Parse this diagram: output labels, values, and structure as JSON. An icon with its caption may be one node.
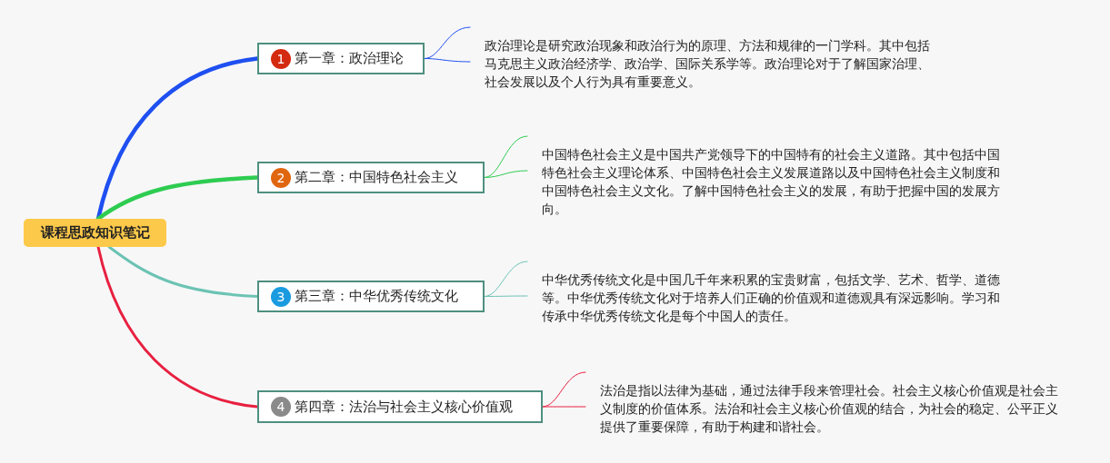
{
  "diagram": {
    "nodes": [
      {
        "text": [
          "课程思政知识笔记"
        ]
      },
      {
        "text": [
          "1",
          "第一章：政治理论"
        ]
      },
      {
        "text": [
          "政治理论是研究政治现象和政治行为的原理、方法和规律的一门学科。其中包括马克思主义政治经济学、政治学、国际关系学等。政治理论对于了解国家治理、社会发展以及个人行为具有重要意义。"
        ]
      },
      {
        "text": [
          "2",
          "第二章：中国特色社会主义"
        ]
      },
      {
        "text": [
          "中国特色社会主义是中国共产党领导下的中国特有的社会主义道路。其中包括中国特色社会主义理论体系、中国特色社会主义发展道路以及中国特色社会主义制度和中国特色社会主义文化。了解中国特色社会主义的发展，有助于把握中国的发展方向。"
        ]
      },
      {
        "text": [
          "3",
          "第三章：中华优秀传统文化"
        ]
      },
      {
        "text": [
          "中华优秀传统文化是中国几千年来积累的宝贵财富，包括文学、艺术、哲学、道德等。中华优秀传统文化对于培养人们正确的价值观和道德观具有深远影响。学习和传承中华优秀传统文化是每个中国人的责任。"
        ]
      },
      {
        "text": [
          "4",
          "第四章：法治与社会主义核心价值观"
        ]
      },
      {
        "text": [
          "法治是指以法律为基础，通过法律手段来管理社会。社会主义核心价值观是社会主义制度的价值体系。法治和社会主义核心价值观的结合，为社会的稳定、公平正义提供了重要保障，有助于构建和谐社会。"
        ]
      }
    ],
    "edges": [
      {
        "from": 0,
        "to": 1,
        "arrow": "none",
        "style": "thick",
        "color": "#1e4ff0"
      },
      {
        "from": 1,
        "to": 2,
        "arrow": "none",
        "color": "#1e4ff0"
      },
      {
        "from": 0,
        "to": 3,
        "arrow": "none",
        "style": "thick",
        "color": "#2ecc51"
      },
      {
        "from": 3,
        "to": 4,
        "arrow": "none",
        "color": "#2ecc51"
      },
      {
        "from": 0,
        "to": 5,
        "arrow": "none",
        "style": "thick",
        "color": "#6cc3b3"
      },
      {
        "from": 5,
        "to": 6,
        "arrow": "none",
        "color": "#6cc3b3"
      },
      {
        "from": 0,
        "to": 7,
        "arrow": "none",
        "style": "thick",
        "color": "#e8203f"
      },
      {
        "from": 7,
        "to": 8,
        "arrow": "none",
        "color": "#e8203f"
      }
    ]
  }
}
